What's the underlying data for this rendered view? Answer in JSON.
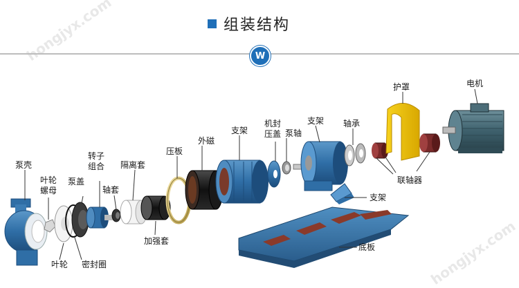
{
  "header": {
    "title": "组装结构",
    "badge_letter": "W",
    "accent_color": "#1f6fb8"
  },
  "watermark": "hongjyx.com",
  "labels": {
    "pump_casing": "泵壳",
    "impeller_nut": "叶轮\n螺母",
    "impeller": "叶轮",
    "pump_cover": "泵盖",
    "rotor_assembly": "转子\n组合",
    "shaft_sleeve": "轴套",
    "seal_ring": "密封圈",
    "isolation_sleeve": "隔离套",
    "reinforcing_sleeve": "加强套",
    "pressure_plate": "压板",
    "outer_magnet": "外磁",
    "bracket_a": "支架",
    "mech_seal_gland": "机封\n压盖",
    "pump_shaft": "泵轴",
    "bracket_b": "支架",
    "bearing": "轴承",
    "guard": "护罩",
    "motor": "电机",
    "coupling": "联轴器",
    "bracket_c": "支架",
    "base_plate": "底板"
  }
}
